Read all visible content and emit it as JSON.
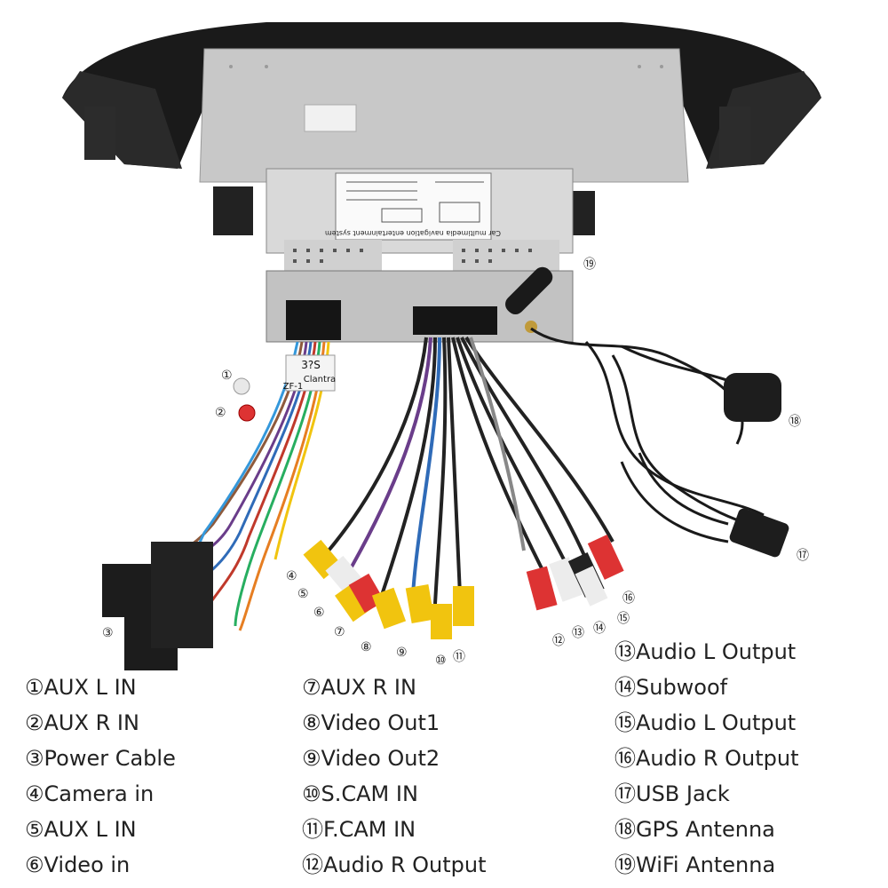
{
  "unit": {
    "label_text": "Car multimedia navigation entertainment system",
    "tag_text": "ZF-1",
    "tag_text2": "3?S",
    "tag_text3": "Clantra"
  },
  "callouts": [
    "①",
    "②",
    "③",
    "④",
    "⑤",
    "⑥",
    "⑦",
    "⑧",
    "⑨",
    "⑩",
    "⑪",
    "⑫",
    "⑬",
    "⑭",
    "⑮",
    "⑯",
    "⑰",
    "⑱",
    "⑲"
  ],
  "legend": {
    "col1": [
      "①AUX L IN",
      "②AUX R IN",
      "③Power Cable",
      "④Camera in",
      "⑤AUX L IN",
      "⑥Video in"
    ],
    "col2": [
      "⑦AUX R IN",
      "⑧Video Out1",
      "⑨Video Out2",
      "⑩S.CAM IN",
      "⑪F.CAM IN",
      "⑫Audio R Output"
    ],
    "col3": [
      "⑬Audio L Output",
      "⑭Subwoof",
      "⑮Audio L Output",
      "⑯Audio R Output",
      "⑰USB Jack",
      "⑱GPS Antenna",
      "⑲WiFi Antenna"
    ]
  }
}
